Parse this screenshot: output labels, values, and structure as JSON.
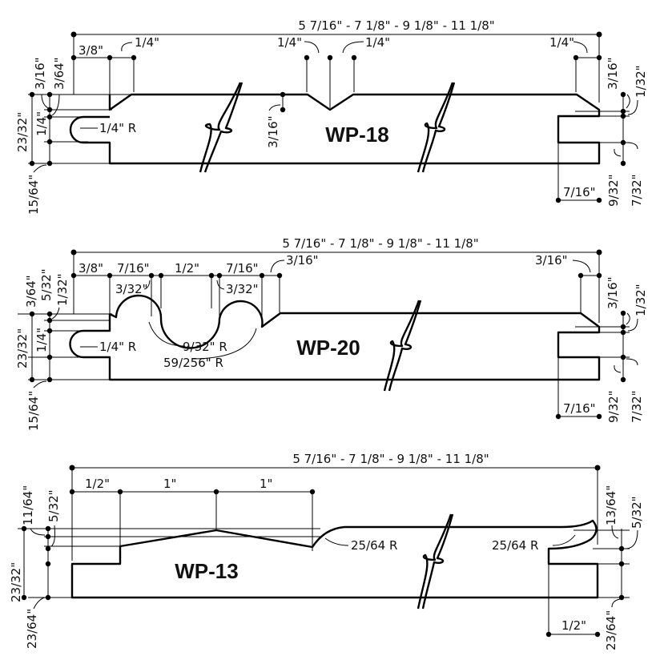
{
  "profiles": [
    {
      "id": "WP-18",
      "name": "WP-18",
      "width_label": "5 7/16\" - 7 1/8\" - 9 1/8\" - 11 1/8\"",
      "top_dims": [
        "3/8\"",
        "1/4\"",
        "1/4\"",
        "1/4\"",
        "1/4\""
      ],
      "left_dims": [
        "3/16\"",
        "3/64\"",
        "23/32\"",
        "1/4\"",
        "15/64\""
      ],
      "inner_dims": [
        "3/16\""
      ],
      "radii": [
        "1/4\" R"
      ],
      "right_dims": [
        "3/16\"",
        "1/32\"",
        "7/16\"",
        "9/32\"",
        "7/32\""
      ]
    },
    {
      "id": "WP-20",
      "name": "WP-20",
      "width_label": "5 7/16\" - 7 1/8\" - 9 1/8\" - 11 1/8\"",
      "top_dims": [
        "3/8\"",
        "7/16\"",
        "1/2\"",
        "7/16\"",
        "3/16\"",
        "3/32\"",
        "3/32\""
      ],
      "left_dims": [
        "3/64\"",
        "5/32\"",
        "1/32\"",
        "23/32\"",
        "1/4\"",
        "15/64\""
      ],
      "radii": [
        "1/4\" R",
        "9/32\" R",
        "59/256\" R"
      ],
      "right_dims": [
        "3/16\"",
        "3/16\"",
        "1/32\"",
        "7/16\"",
        "9/32\"",
        "7/32\""
      ]
    },
    {
      "id": "WP-13",
      "name": "WP-13",
      "width_label": "5 7/16\" - 7 1/8\" - 9 1/8\" - 11 1/8\"",
      "top_dims": [
        "1/2\"",
        "1\"",
        "1\""
      ],
      "left_dims": [
        "11/64\"",
        "5/32\"",
        "23/32\"",
        "23/64\""
      ],
      "radii": [
        "25/64 R",
        "25/64 R"
      ],
      "right_dims": [
        "13/64\"",
        "5/32\"",
        "1/2\"",
        "23/64\""
      ]
    }
  ]
}
